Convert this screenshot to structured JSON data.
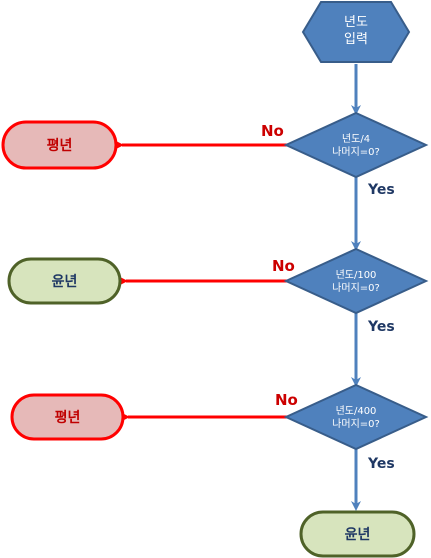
{
  "nodes": {
    "input": {
      "line1": "년도",
      "line2": "입력"
    },
    "decision1": {
      "line1": "년도/4",
      "line2": "나머지=0?"
    },
    "decision2": {
      "line1": "년도/100",
      "line2": "나머지=0?"
    },
    "decision3": {
      "line1": "년도/400",
      "line2": "나머지=0?"
    },
    "result1": {
      "label": "평년"
    },
    "result2": {
      "label": "윤년"
    },
    "result3": {
      "label": "평년"
    },
    "result4": {
      "label": "윤년"
    }
  },
  "edges": {
    "no1": "No",
    "yes1": "Yes",
    "no2": "No",
    "yes2": "Yes",
    "no3": "No",
    "yes3": "Yes"
  },
  "colors": {
    "blue_fill": "#4f81bd",
    "blue_stroke": "#385d8a",
    "red_fill": "#e6b9b8",
    "red_stroke": "#ff0000",
    "green_fill": "#d7e4bd",
    "green_stroke": "#4f6228",
    "arrow_blue": "#4f81bd",
    "arrow_red": "#ff0000",
    "no_text": "#cc0000",
    "yes_text": "#1f3864"
  }
}
